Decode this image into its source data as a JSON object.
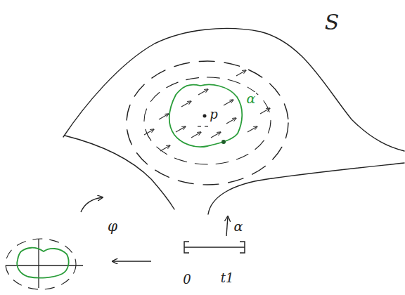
{
  "diagram": {
    "labels": [
      "S",
      "p",
      "α",
      "φ",
      "α",
      "0",
      "t1"
    ]
  }
}
